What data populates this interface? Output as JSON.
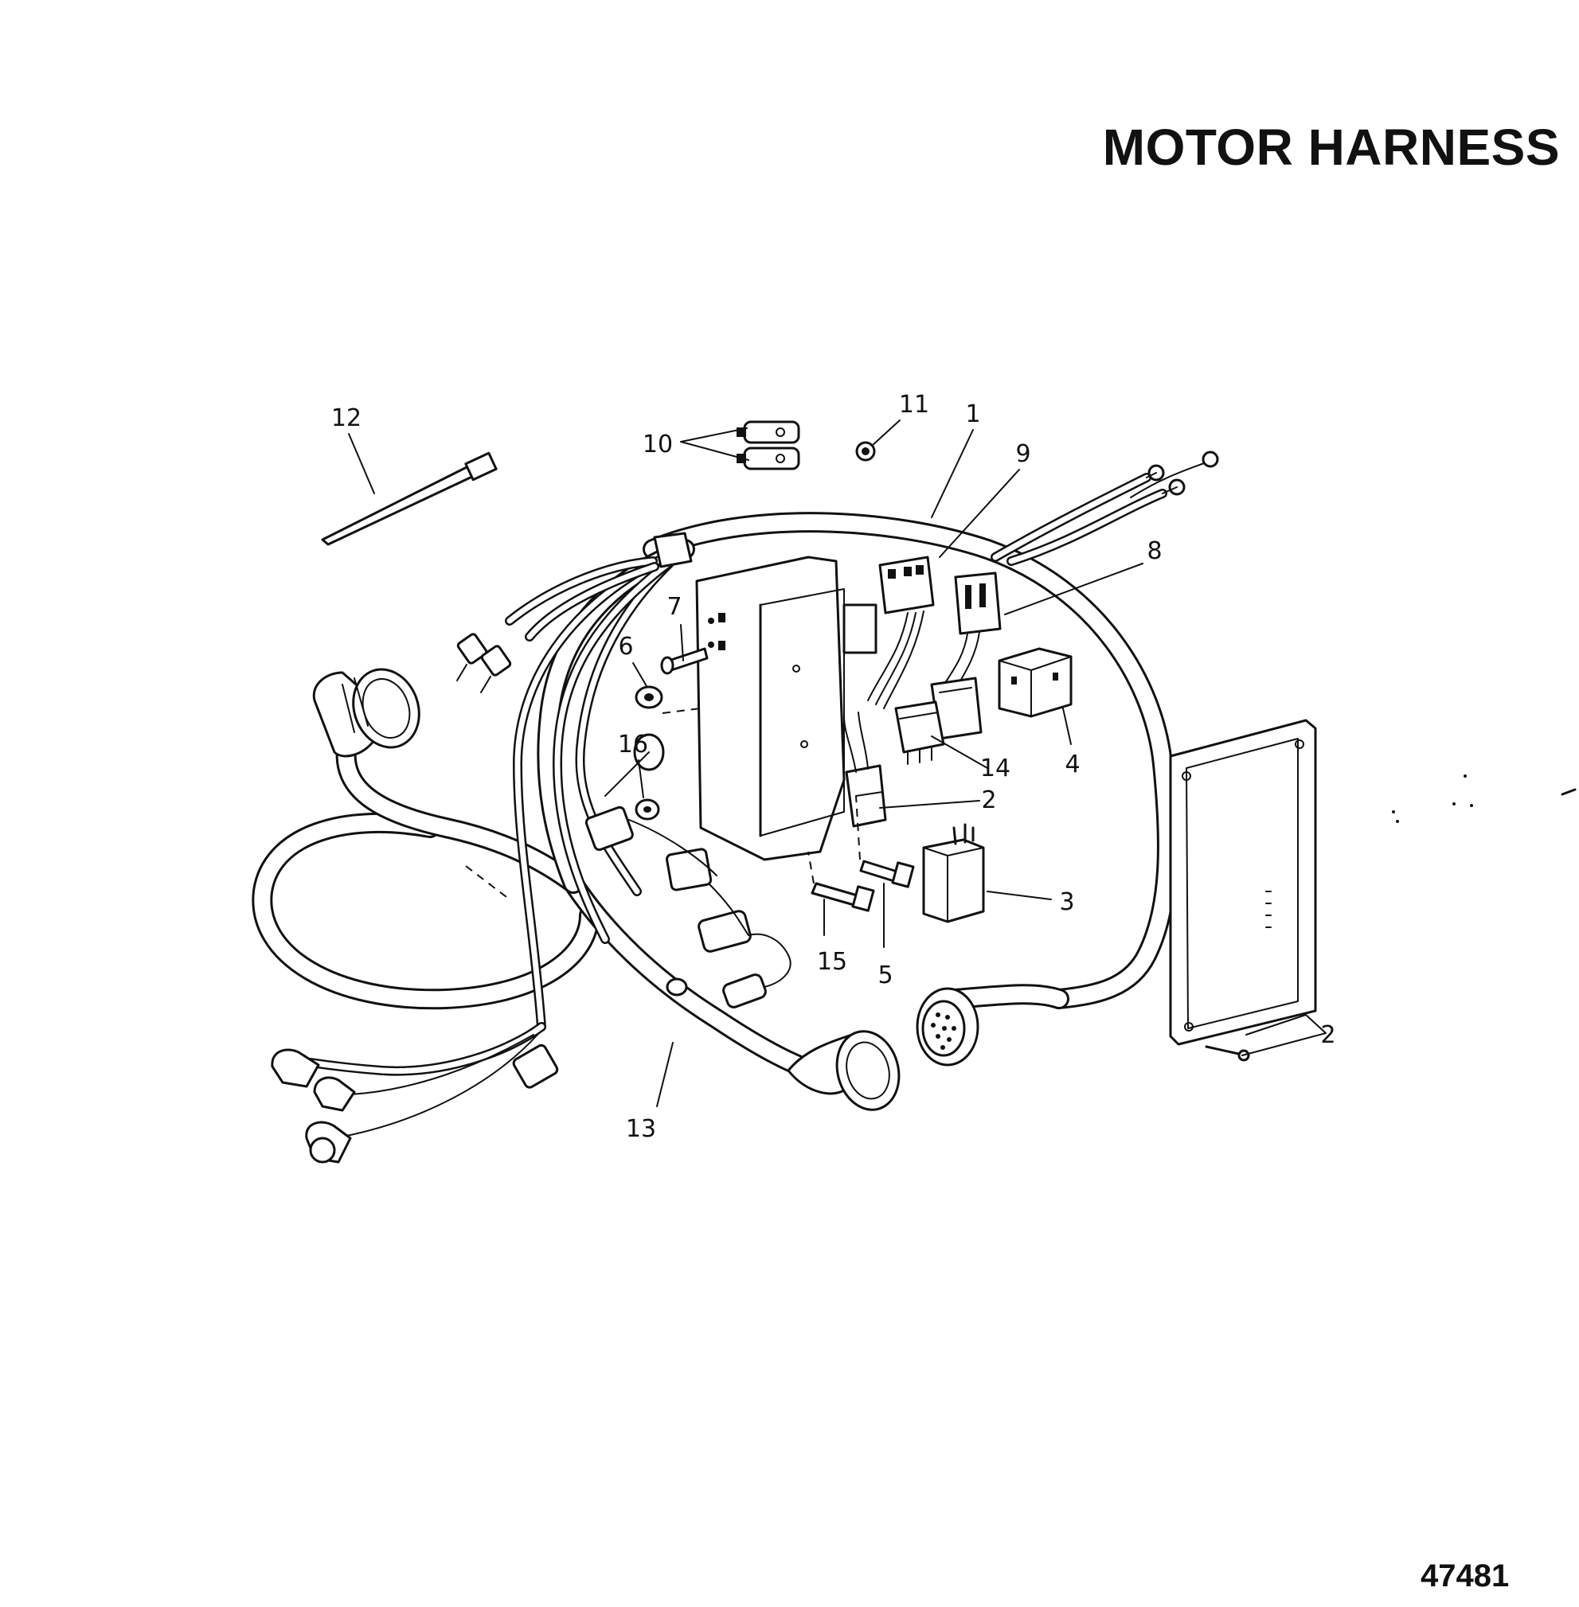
{
  "title": "MOTOR HARNESS",
  "figure_number": "47481",
  "callouts": {
    "c1": "1",
    "c2a": "2",
    "c2b": "2",
    "c3": "3",
    "c4": "4",
    "c5": "5",
    "c6": "6",
    "c7": "7",
    "c8": "8",
    "c9": "9",
    "c10": "10",
    "c11": "11",
    "c12": "12",
    "c13": "13",
    "c14": "14",
    "c15": "15",
    "c16": "16"
  }
}
